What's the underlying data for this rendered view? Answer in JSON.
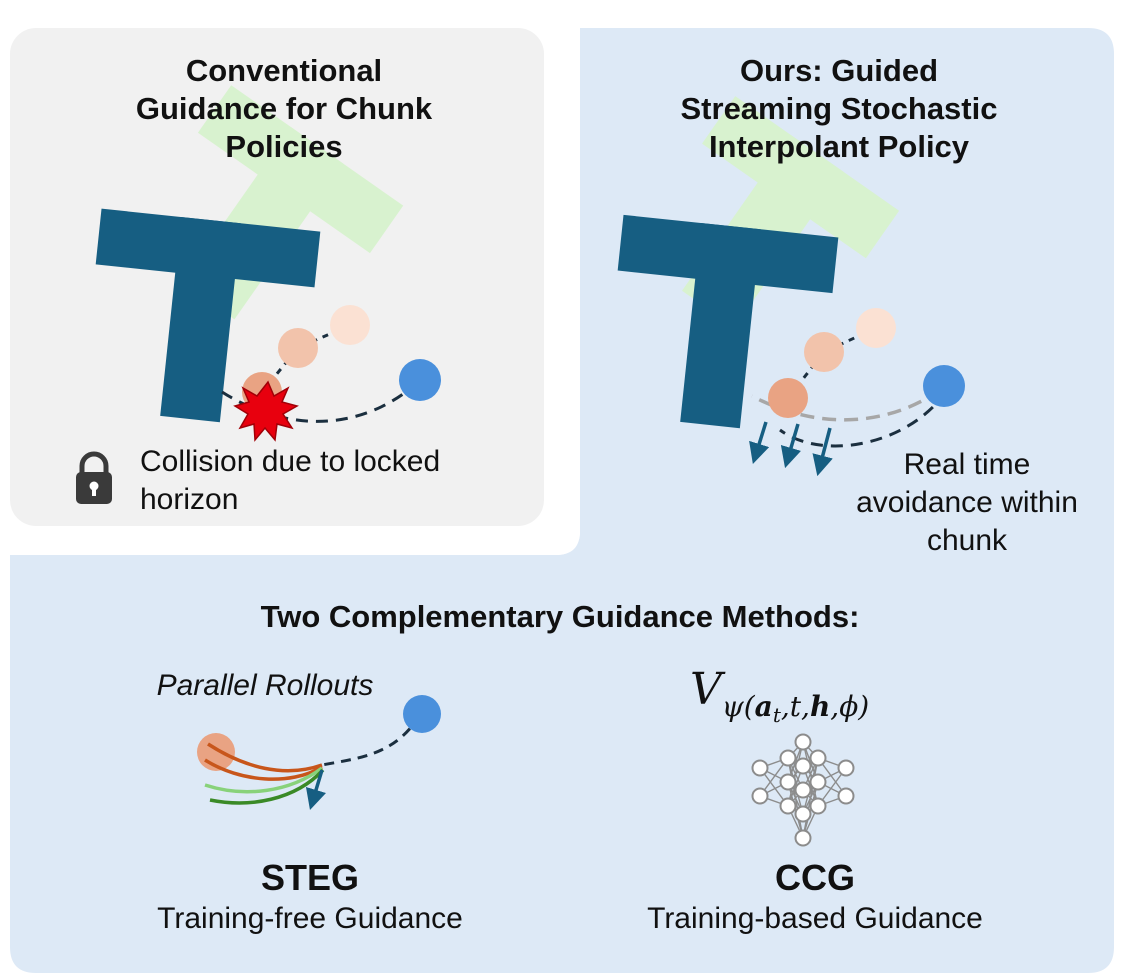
{
  "colors": {
    "blue_panel": "#dde9f6",
    "gray_panel": "#f1f1f1",
    "t_block": "#165e82",
    "t_ghost": "#d8f2cf",
    "robot_blue": "#4a90dc",
    "chunk_dark": "#e9a383",
    "chunk_mid": "#f2c3ab",
    "chunk_light": "#fbe1d3",
    "collision": "#e8000e",
    "rollout_orange": "#c8561b",
    "rollout_lightgreen": "#88d27a",
    "rollout_darkgreen": "#3a8a27"
  },
  "left_panel": {
    "title_lines": [
      "Conventional",
      "Guidance for Chunk",
      "Policies"
    ],
    "caption_lines": [
      "Collision due to locked",
      "horizon"
    ],
    "icons": [
      "lock-icon",
      "collision-burst-icon"
    ]
  },
  "right_panel": {
    "title_lines": [
      "Ours: Guided",
      "Streaming Stochastic",
      "Interpolant Policy"
    ],
    "caption_lines": [
      "Real time",
      "avoidance within",
      "chunk"
    ]
  },
  "bottom": {
    "heading": "Two Complementary Guidance Methods:",
    "steg": {
      "annotation": "Parallel Rollouts",
      "name": "STEG",
      "subtitle": "Training-free Guidance"
    },
    "ccg": {
      "formula_base": "V",
      "formula_sub_prefix": "ψ(",
      "formula_a": "a",
      "formula_t_sub": "t",
      "formula_sep1": ",t,",
      "formula_h": "h",
      "formula_rest": ",ϕ)",
      "name": "CCG",
      "subtitle": "Training-based Guidance",
      "icons": [
        "neural-network-icon"
      ]
    }
  }
}
